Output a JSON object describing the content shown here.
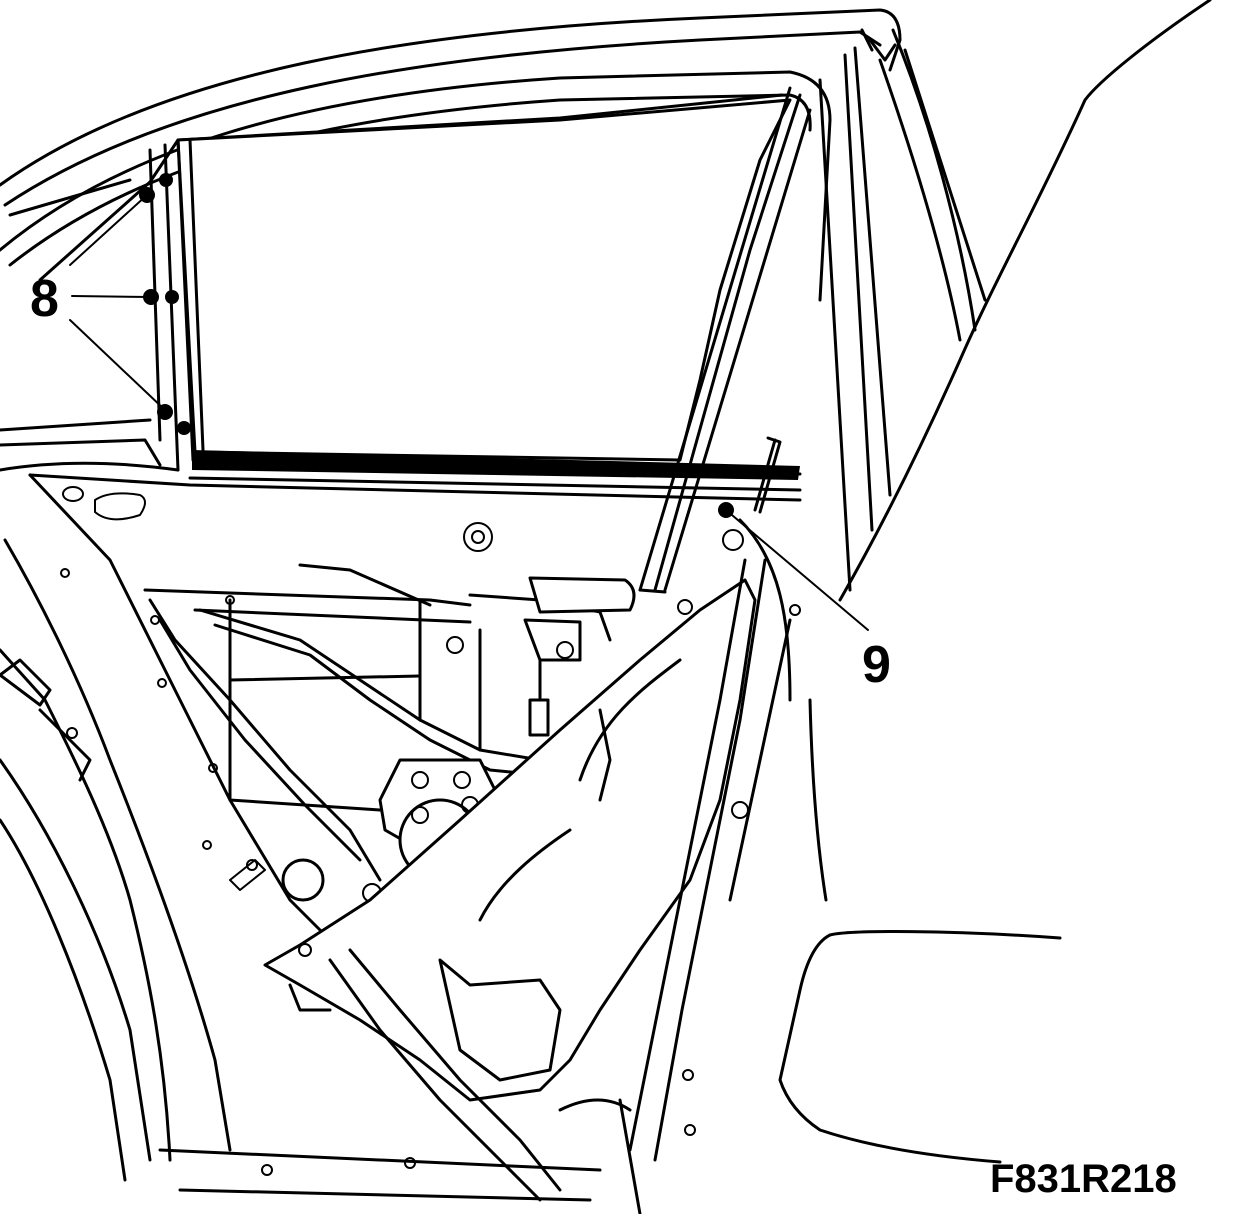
{
  "callouts": {
    "bolts_label": "8",
    "stud_label": "9"
  },
  "figure_id": "F831R218"
}
